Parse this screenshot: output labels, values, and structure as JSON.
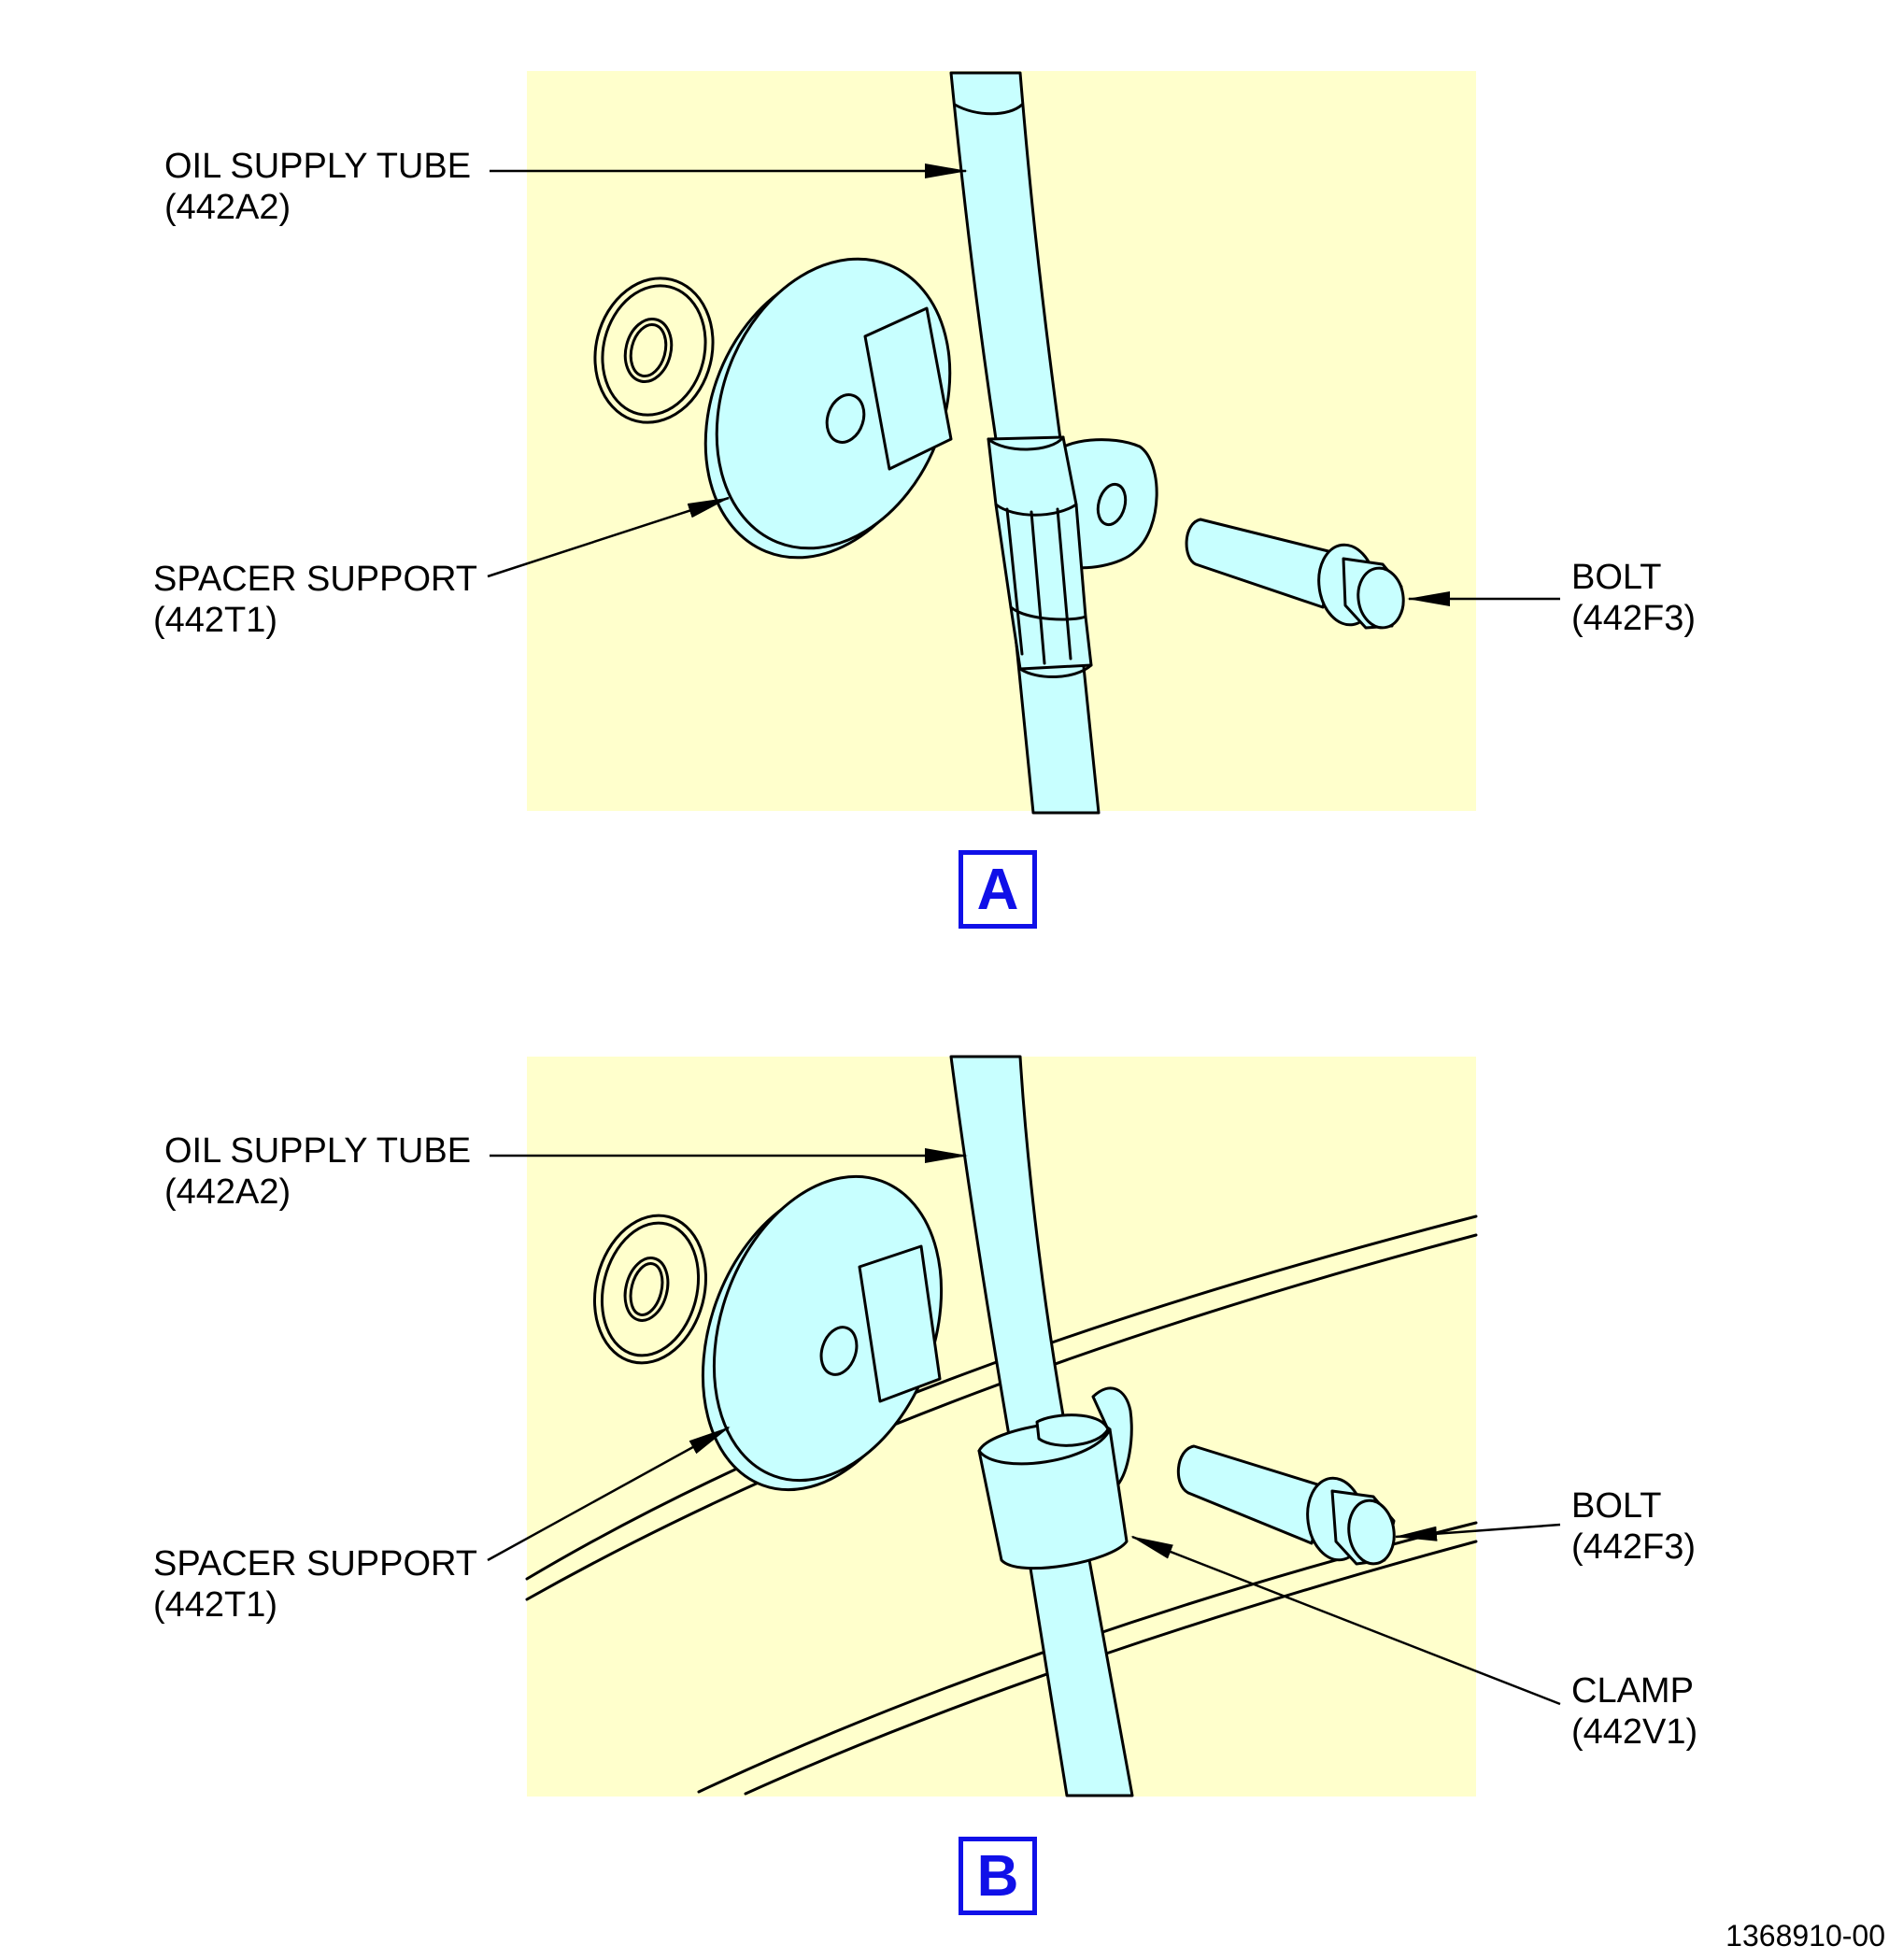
{
  "views": [
    {
      "id": "A",
      "label": "A",
      "callouts": {
        "oil_supply_tube": {
          "name": "OIL SUPPLY TUBE",
          "ref": "(442A2)"
        },
        "spacer_support": {
          "name": "SPACER SUPPORT",
          "ref": "(442T1)"
        },
        "bolt": {
          "name": "BOLT",
          "ref": "(442F3)"
        }
      }
    },
    {
      "id": "B",
      "label": "B",
      "callouts": {
        "oil_supply_tube": {
          "name": "OIL SUPPLY TUBE",
          "ref": "(442A2)"
        },
        "spacer_support": {
          "name": "SPACER SUPPORT",
          "ref": "(442T1)"
        },
        "bolt": {
          "name": "BOLT",
          "ref": "(442F3)"
        },
        "clamp": {
          "name": "CLAMP",
          "ref": "(442V1)"
        }
      }
    }
  ],
  "figure_number": "1368910-00",
  "colors": {
    "background_panel": "#ffffcc",
    "part_fill": "#c8ffff",
    "view_label": "#1010e8"
  }
}
